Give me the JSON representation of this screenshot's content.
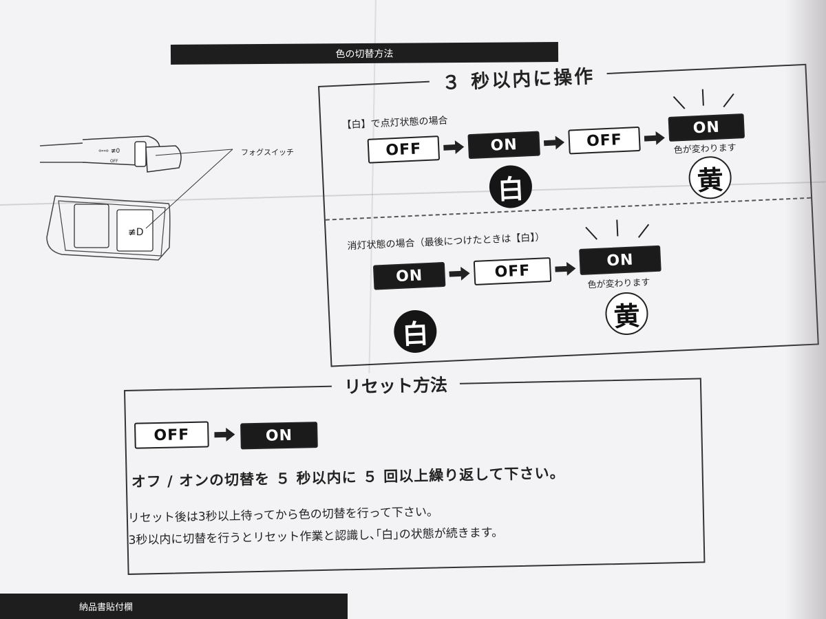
{
  "header_title": "色の切替方法",
  "footer_title": "納品書貼付欄",
  "diagram": {
    "fog_switch_label": "フォグスイッチ",
    "stalk_off": "OFF"
  },
  "operation": {
    "title": "３ 秒以内に操作",
    "case1": {
      "label": "【白】で点灯状態の場合",
      "buttons": [
        "OFF",
        "ON",
        "OFF",
        "ON"
      ],
      "white": "白",
      "yellow": "黄",
      "note": "色が変わります"
    },
    "case2": {
      "label": "消灯状態の場合（最後につけたときは【白】）",
      "buttons": [
        "ON",
        "OFF",
        "ON"
      ],
      "white": "白",
      "yellow": "黄",
      "note": "色が変わります"
    }
  },
  "reset": {
    "title": "リセット方法",
    "buttons": [
      "OFF",
      "ON"
    ],
    "instruction": "オフ / オンの切替を ５ 秒以内に ５ 回以上繰り返して下さい。",
    "note1": "リセット後は3秒以上待ってから色の切替を行って下さい。",
    "note2": "3秒以内に切替を行うとリセット作業と認識し､｢白｣の状態が続きます。"
  },
  "colors": {
    "paper": "#f3f3f5",
    "ink": "#1b1b1b",
    "background": "#b7b5b8"
  }
}
